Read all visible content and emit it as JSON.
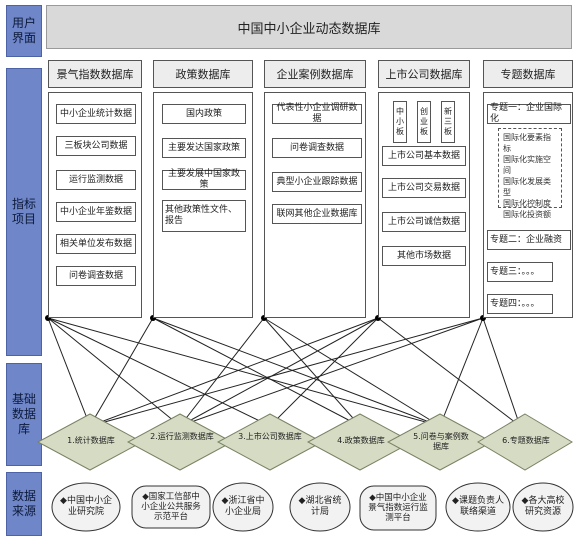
{
  "side": {
    "user": "用户界面",
    "indicator": "指标项目",
    "base": "基础数据库",
    "source": "数据来源"
  },
  "title": "中国中小企业动态数据库",
  "columns": [
    {
      "header": "景气指数数据库",
      "items": [
        "中小企业统计数据",
        "三板块公司数据",
        "运行监测数据",
        "中小企业年鉴数据",
        "相关单位发布数据",
        "问卷调查数据"
      ]
    },
    {
      "header": "政策数据库",
      "items": [
        "国内政策",
        "主要发达国家政策",
        "主要发展中国家政策",
        "其他政策性文件、报告"
      ]
    },
    {
      "header": "企业案例数据库",
      "items": [
        "代表性小企业调研数据",
        "问卷调查数据",
        "典型小企业跟踪数据",
        "联网其他企业数据库"
      ]
    },
    {
      "header": "上市公司数据库",
      "boards": [
        "中小板",
        "创业板",
        "新三板"
      ],
      "items": [
        "上市公司基本数据",
        "上市公司交易数据",
        "上市公司诚信数据",
        "其他市场数据"
      ]
    },
    {
      "header": "专题数据库",
      "topic1": "专题一：企业国际化",
      "topic1_sub": [
        "国际化要素指标",
        "国际化实施空间",
        "国际化发展类型",
        "国际化控制度",
        "国际化投资额"
      ],
      "topics": [
        "专题二：企业融资",
        "专题三：。。。",
        "专题四：。。。"
      ]
    }
  ],
  "bases": [
    "1.统计数据库",
    "2.运行监测数据库",
    "3.上市公司数据库",
    "4.政策数据库",
    "5.问卷与案例数据库",
    "6.专题数据库"
  ],
  "sources": [
    "◆中国中小企业研究院",
    "◆国家工信部中小企业公共服务示范平台",
    "◆浙江省中小企业局",
    "◆湖北省统计局",
    "◆中国中小企业景气指数运行监测平台",
    "◆课题负责人联络渠道",
    "◆各大高校研究资源"
  ],
  "colors": {
    "side": "#6f86c9",
    "diamond": "#d6dcc4",
    "source_bg": "#f2f2f2"
  }
}
